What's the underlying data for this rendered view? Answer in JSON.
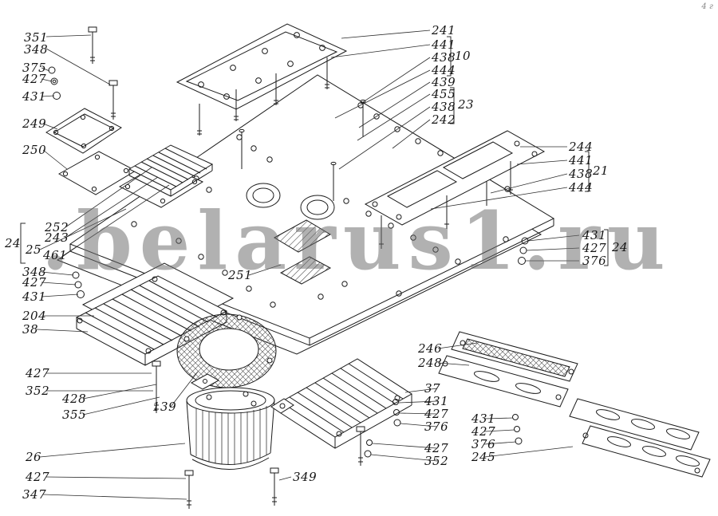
{
  "watermark": ".belarus1.ru",
  "corner_mark": "4 г",
  "colors": {
    "ink": "#1a1a1a",
    "watermark_gray": "#696969"
  },
  "callouts": {
    "upper_left": [
      "351",
      "348",
      "375",
      "427",
      "431",
      "249",
      "250"
    ],
    "left_mid": {
      "items": [
        "252",
        "243",
        "25",
        "461"
      ],
      "bracket": "24"
    },
    "left_lower": [
      "348",
      "427",
      "431",
      "204",
      "38"
    ],
    "bottom_left": [
      "427",
      "352",
      "428",
      "355",
      "139",
      "26",
      "427",
      "347"
    ],
    "center": [
      "251",
      "349"
    ],
    "top_right": {
      "items": [
        "241",
        "441",
        "438",
        "444",
        "439",
        "455",
        "438",
        "242"
      ],
      "bracket_top": "10",
      "bracket_bottom": "23"
    },
    "right_upper": {
      "items": [
        "244",
        "441",
        "438",
        "444"
      ],
      "bracket": "21"
    },
    "right_fasteners": {
      "items": [
        "431",
        "427",
        "376"
      ],
      "bracket": "24"
    },
    "mid_right": [
      "246",
      "248"
    ],
    "lower_middle": [
      "37",
      "431",
      "427",
      "376",
      "427",
      "352"
    ],
    "lower_right": [
      "431",
      "427",
      "376",
      "245"
    ]
  }
}
